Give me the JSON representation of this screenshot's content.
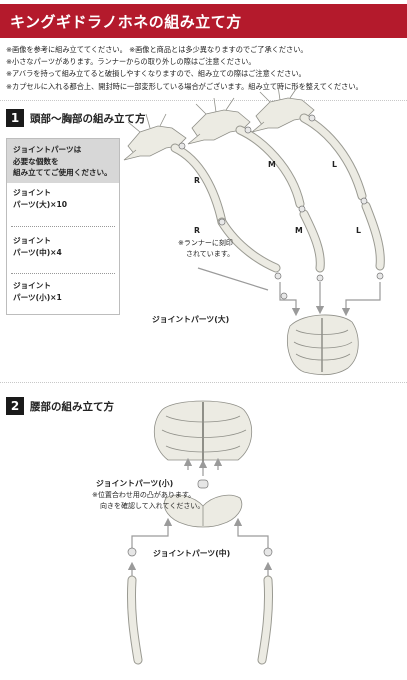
{
  "header": {
    "title": "キングギドラノホネの組み立て方"
  },
  "notes": [
    "※画像を参考に組み立ててください。 ※画像と商品とは多少異なりますのでご了承ください。",
    "※小さなパーツがあります。ランナーからの取り外しの際はご注意ください。",
    "※アバラを持って組み立てると破損しやすくなりますので、組み立ての際はご注意ください。",
    "※カプセルに入れる都合上、開封時に一部変形している場合がございます。組み立て時に形を整えてください。"
  ],
  "section1": {
    "number": "1",
    "title": "頭部～胸部の組み立て方",
    "panel": {
      "head_line1": "ジョイントパーツは",
      "head_line2": "必要な個数を",
      "head_line3": "組み立ててご使用ください。",
      "items": [
        {
          "line1": "ジョイント",
          "line2": "パーツ(大)×10"
        },
        {
          "line1": "ジョイント",
          "line2": "パーツ(中)×4"
        },
        {
          "line1": "ジョイント",
          "line2": "パーツ(小)×1"
        }
      ]
    },
    "labels": {
      "r_top": "R",
      "m_top": "M",
      "l_top": "L",
      "r_bottom": "R",
      "m_bottom": "M",
      "l_bottom": "L"
    },
    "runner_note_line1": "※ランナーに刻印",
    "runner_note_line2": "されています。",
    "joint_large_label": "ジョイントパーツ(大)"
  },
  "section2": {
    "number": "2",
    "title": "腰部の組み立て方",
    "joint_small_label": "ジョイントパーツ(小)",
    "joint_small_note_line1": "※位置合わせ用の凸があります。",
    "joint_small_note_line2": "向きを確認して入れてください。",
    "joint_medium_label": "ジョイントパーツ(中)"
  },
  "colors": {
    "header_bg": "#b41a2c",
    "accent": "#b41a2c",
    "bone": "#ecebe3",
    "bone_stroke": "#9a9a92",
    "arrow": "#9a9a9a"
  }
}
